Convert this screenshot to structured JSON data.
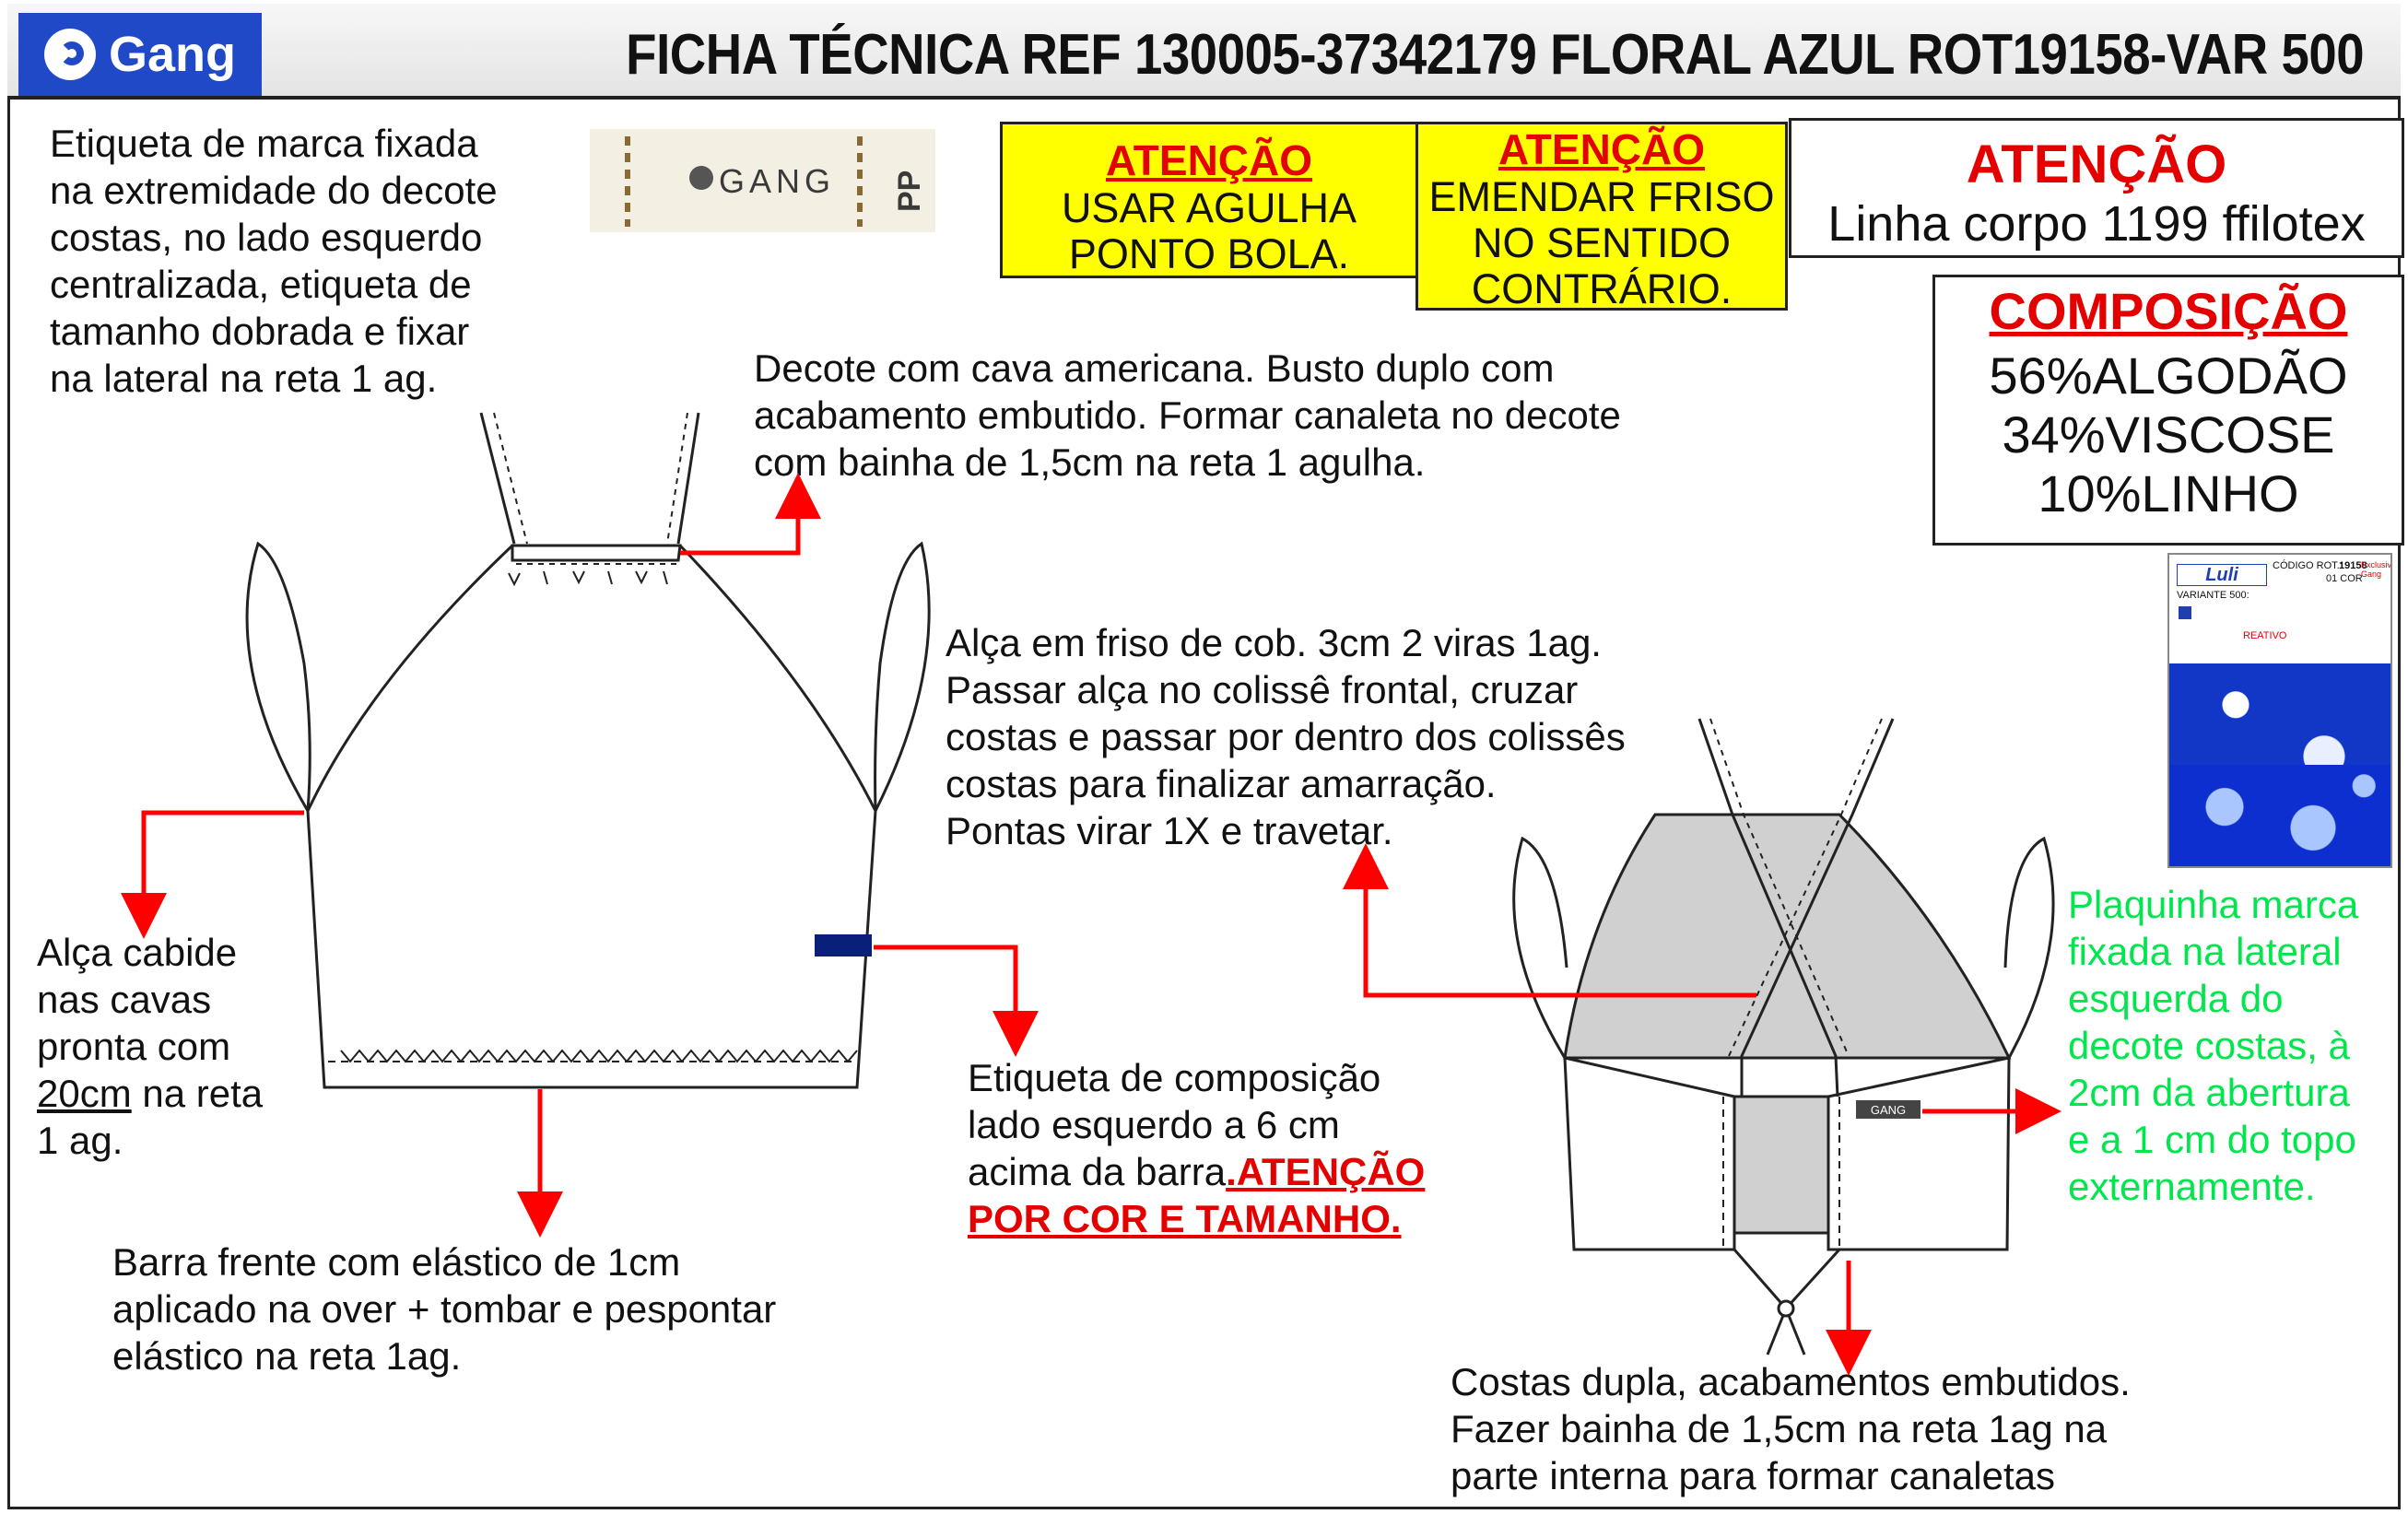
{
  "header": {
    "logo_text": "Gang",
    "title": "FICHA TÉCNICA REF 130005-37342179 FLORAL AZUL ROT19158-VAR 500"
  },
  "label_strip": {
    "brand": "GANG",
    "size": "PP"
  },
  "attention_boxes": [
    {
      "title": "ATENÇÃO",
      "lines": "USAR AGULHA\nPONTO BOLA."
    },
    {
      "title": "ATENÇÃO",
      "lines": "EMENDAR FRISO\nNO SENTIDO\nCONTRÁRIO."
    },
    {
      "title": "ATENÇÃO",
      "lines": "Linha corpo 1199 ffilotex"
    }
  ],
  "composition": {
    "title": "COMPOSIÇÃO",
    "items": [
      "56%ALGODÃO",
      "34%VISCOSE",
      "10%LINHO"
    ]
  },
  "notes": {
    "brand_label": "Etiqueta de marca fixada\nna extremidade do decote\ncostas, no lado esquerdo\ncentralizada, etiqueta de\ntamanho dobrada e fixar\nna lateral na reta 1 ag.",
    "neckline": "Decote com cava americana. Busto duplo com\nacabamento embutido. Formar canaleta no decote\ncom bainha de 1,5cm na reta 1 agulha.",
    "strap": "Alça em friso de cob. 3cm 2 viras 1ag.\nPassar alça no colissê frontal, cruzar\ncostas e passar por dentro dos colissês\ncostas para finalizar amarração.\nPontas virar 1X e travetar.",
    "hanger_a": "Alça cabide\nnas cavas\npronta com\n",
    "hanger_b": "20cm",
    "hanger_c": " na reta\n1 ag.",
    "hem": "Barra frente com elástico de 1cm\naplicado na over  + tombar e pespontar\nelástico na reta 1ag.",
    "comp_label_a": "Etiqueta de composição\nlado esquerdo a 6 cm\nacima da barra",
    "comp_label_b": ".ATENÇÃO \nPOR COR E TAMANHO",
    "comp_label_c": ".",
    "plaque": "Plaquinha marca\nfixada na lateral\nesquerda do\ndecote costas, à\n2cm da abertura\ne a 1 cm do topo\n externamente.",
    "back": "Costas dupla, acabamentos embutidos.\nFazer bainha de 1,5cm na reta 1ag na\nparte interna para formar canaletas"
  },
  "swatch": {
    "brand": "Luli",
    "code_label": "CÓDIGO ROT.:",
    "code": "19158",
    "color": "01 COR",
    "exclusive": "Exclusivo Gang",
    "variant": "VARIANTE 500:",
    "reactive": "REATIVO"
  },
  "back_plaque_text": "GANG",
  "colors": {
    "arrow": "#ff0000",
    "logo_bg": "#1f49c7",
    "attention_bg": "#ffff00",
    "plaque_text": "#00e64d",
    "comp_tag": "#0a1f7a",
    "back_fill": "#d0d0d0"
  }
}
